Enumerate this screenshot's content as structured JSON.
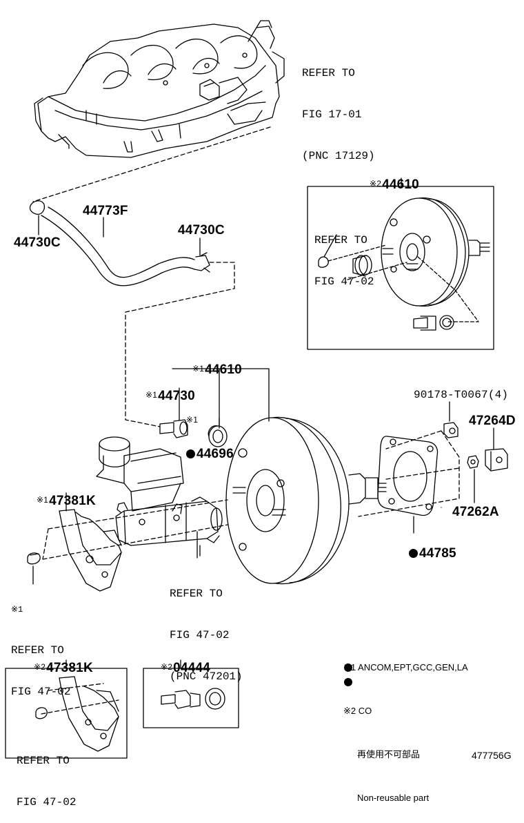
{
  "labels": {
    "p44773F": "44773F",
    "p44730C_left": "44730C",
    "p44730C_right": "44730C",
    "co_44610": "44610",
    "main_44610": "44610",
    "p44730": "44730",
    "p44696": "44696",
    "p47381K": "47381K",
    "p90178": "90178-T0067(4)",
    "p47264D": "47264D",
    "p47262A": "47262A",
    "p44785": "44785",
    "co_47381K": "47381K",
    "co_04444": "04444"
  },
  "marks": {
    "m1": "※1",
    "m2": "※2"
  },
  "refs": {
    "ref_17_01": [
      "REFER TO",
      "FIG 17-01",
      "(PNC 17129)"
    ],
    "ref_47_02_box": [
      "REFER TO",
      "FIG 47-02"
    ],
    "ref_47_02_mc": [
      "REFER TO",
      "FIG 47-02",
      "(PNC 47201)"
    ],
    "ref_47_02_left": [
      "REFER TO",
      "FIG 47-02"
    ],
    "ref_47_02_bottom": [
      "REFER TO",
      "FIG 47-02"
    ]
  },
  "legend": {
    "note1_mark": "※1",
    "note1_text": "ANCOM,EPT,GCC,GEN,LA",
    "note2_mark": "※2",
    "note2_text": "CO",
    "nonreuse_jp": "再使用不可部品",
    "nonreuse_en": "Non-reusable part"
  },
  "figure_id": "477756G"
}
